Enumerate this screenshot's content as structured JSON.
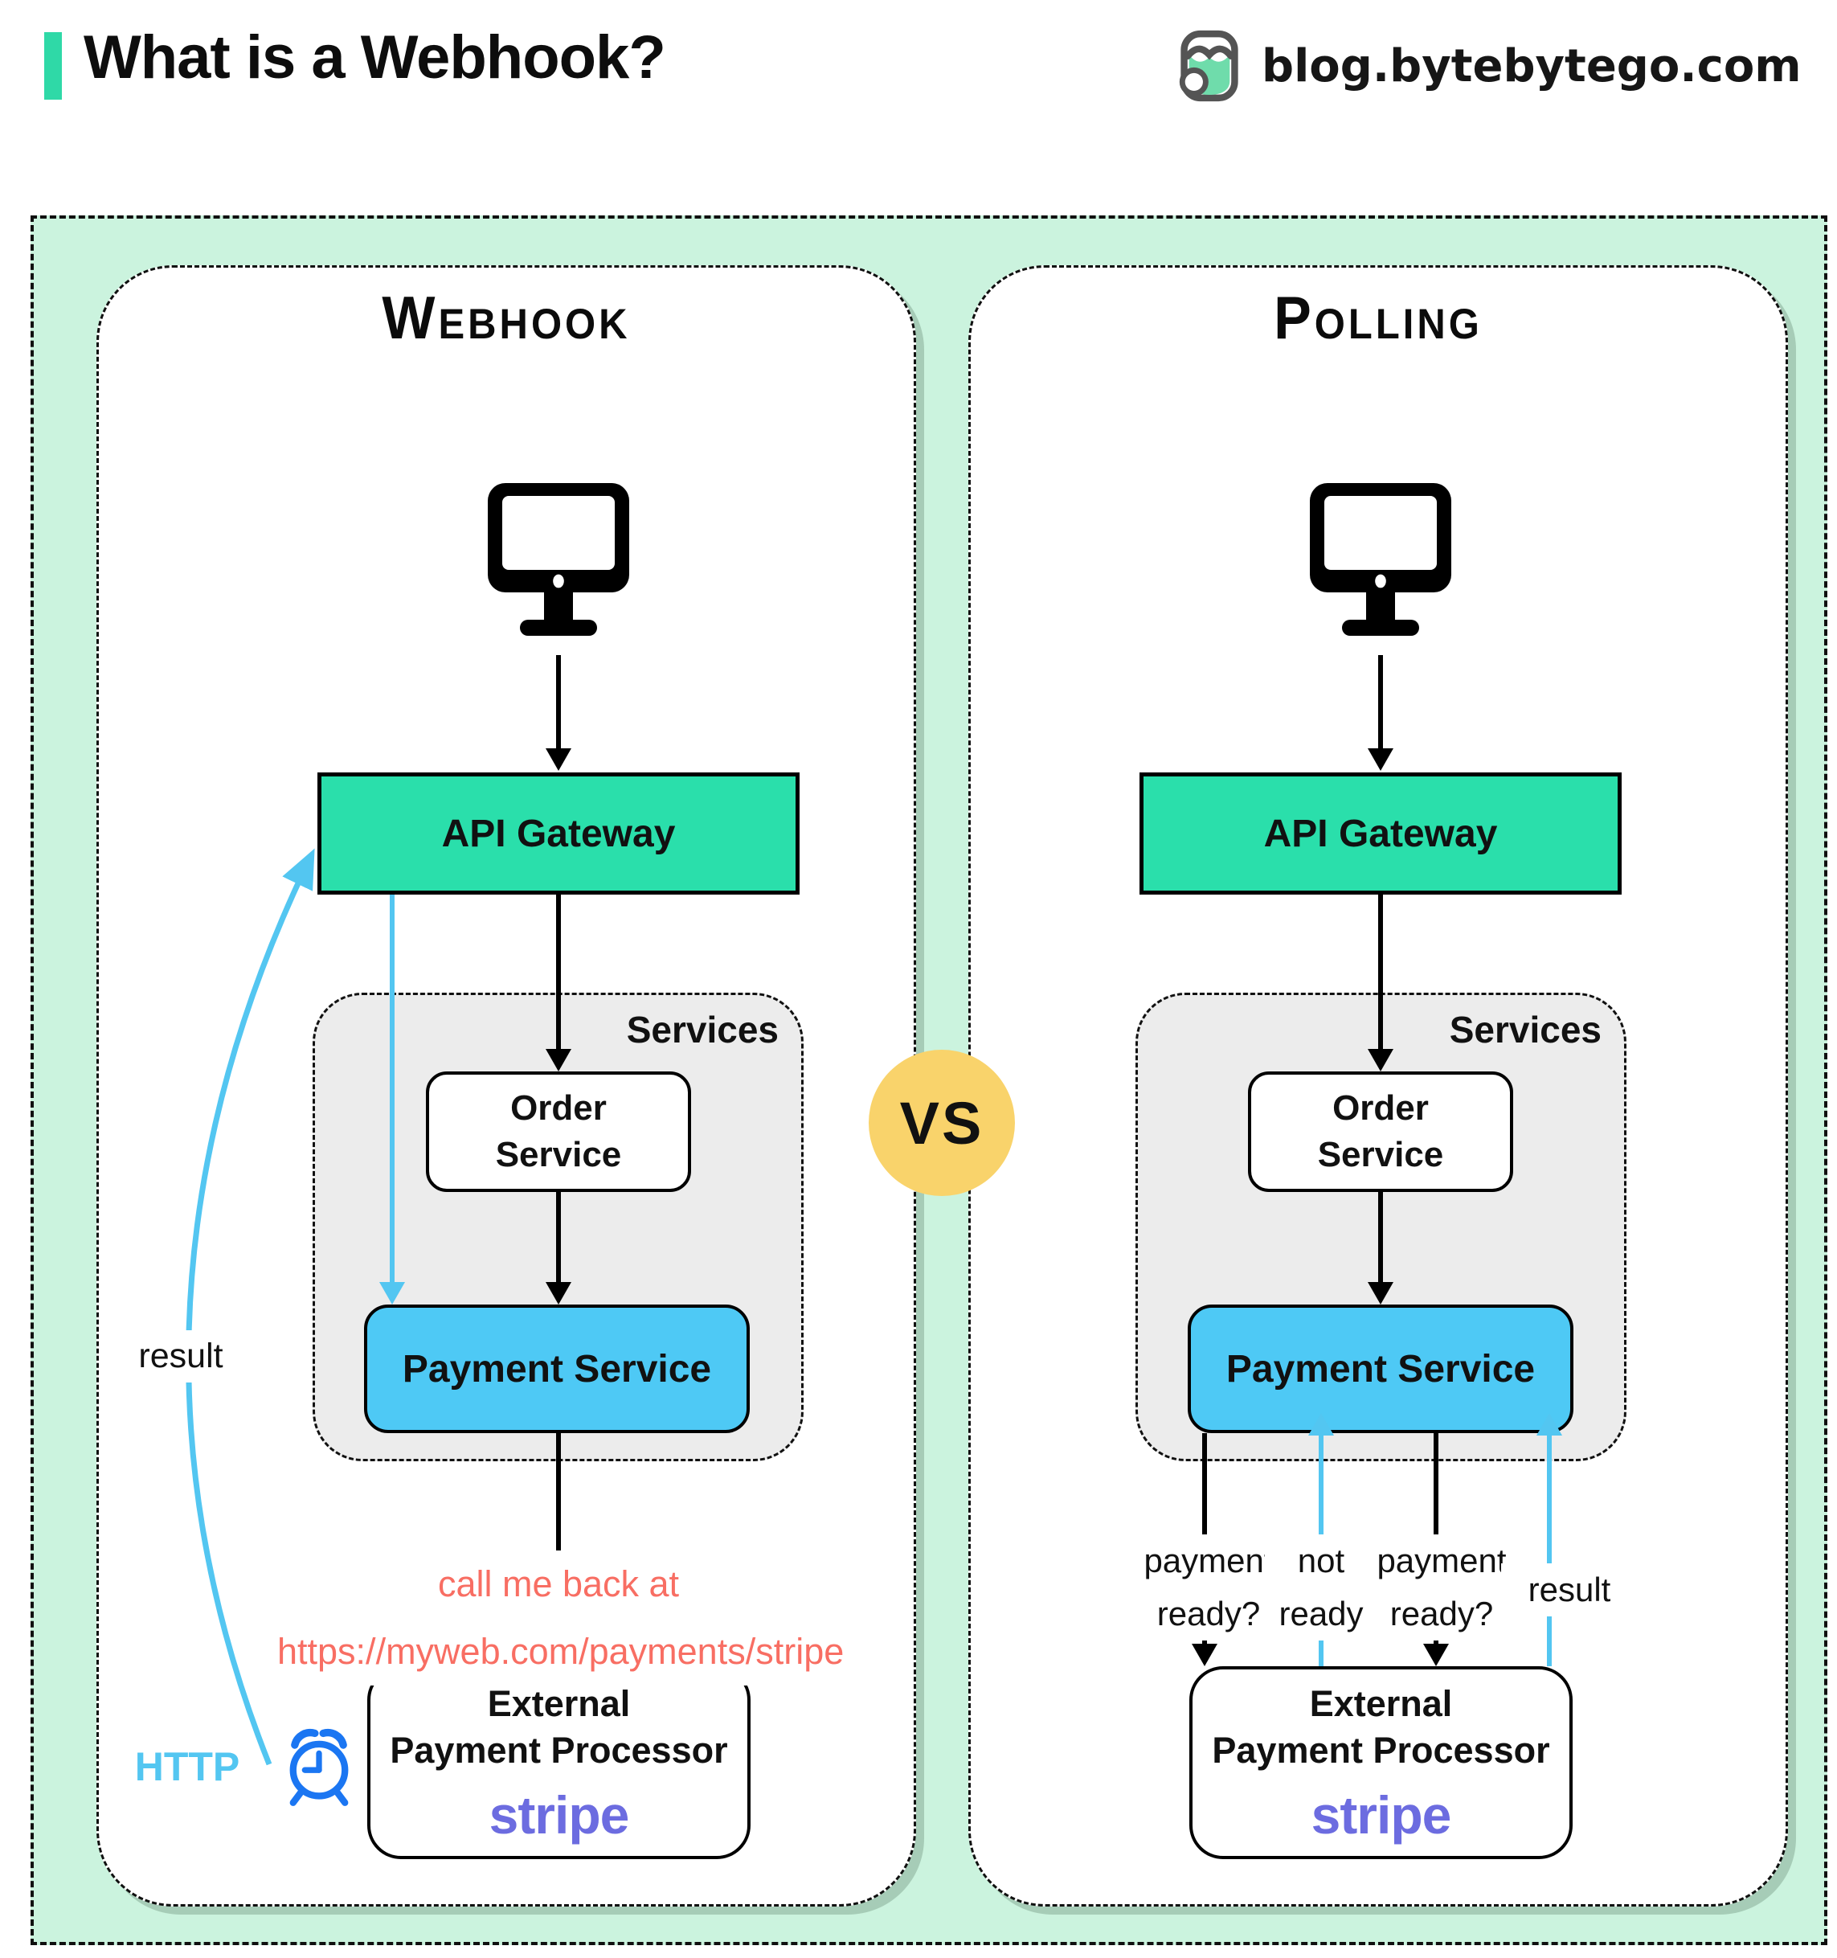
{
  "header": {
    "title": "What is a Webhook?",
    "site": "blog.bytebytego.com"
  },
  "comparison": {
    "vs_label": "VS"
  },
  "colors": {
    "title_accent": "#2FD9A7",
    "board_mint": "#CBF3DE",
    "api_gateway_teal": "#2ADFAB",
    "payment_blue": "#4EC9F5",
    "services_gray": "#ECECEC",
    "vs_yellow": "#F9D36B",
    "callback_red": "#F86E63",
    "arrow_blue": "#53C6F1",
    "clock_blue": "#1B76F2",
    "stripe_purple": "#6C6CE0"
  },
  "panels": [
    {
      "id": "webhook",
      "title": "Webhook",
      "api_gateway": "API Gateway",
      "services_label": "Services",
      "order_line1": "Order",
      "order_line2": "Service",
      "payment_service": "Payment Service",
      "external_line1": "External",
      "external_line2": "Payment Processor",
      "stripe_label": "stripe",
      "callback_line1": "call me back at",
      "callback_line2": "https://myweb.com/payments/stripe",
      "result_label": "result",
      "http_label": "HTTP"
    },
    {
      "id": "polling",
      "title": "Polling",
      "api_gateway": "API Gateway",
      "services_label": "Services",
      "order_line1": "Order",
      "order_line2": "Service",
      "payment_service": "Payment Service",
      "external_line1": "External",
      "external_line2": "Payment Processor",
      "stripe_label": "stripe",
      "q1_line1": "payment",
      "q1_line2": "ready?",
      "nr_line1": "not",
      "nr_line2": "ready",
      "q2_line1": "payment",
      "q2_line2": "ready?",
      "result_label": "result"
    }
  ]
}
